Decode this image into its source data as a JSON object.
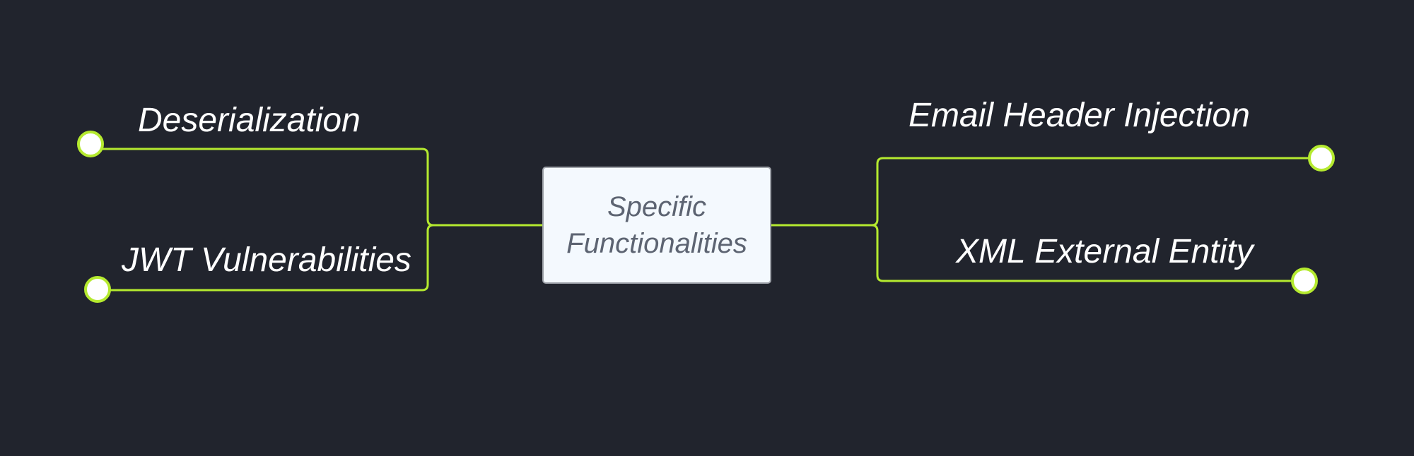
{
  "diagram": {
    "center": {
      "label": "Specific Functionalities"
    },
    "branches": [
      {
        "id": "deserialization",
        "label": "Deserialization"
      },
      {
        "id": "jwt-vulnerabilities",
        "label": "JWT Vulnerabilities"
      },
      {
        "id": "email-header-injection",
        "label": "Email Header Injection"
      },
      {
        "id": "xml-external-entity",
        "label": "XML External Entity"
      }
    ],
    "colors": {
      "background": "#21242d",
      "connector": "#b5ea2f",
      "center_fill": "#f4f9fe",
      "center_border": "#9fa3aa",
      "center_text": "#5d6472",
      "branch_text": "#ffffff",
      "endpoint_fill": "#ffffff"
    }
  }
}
